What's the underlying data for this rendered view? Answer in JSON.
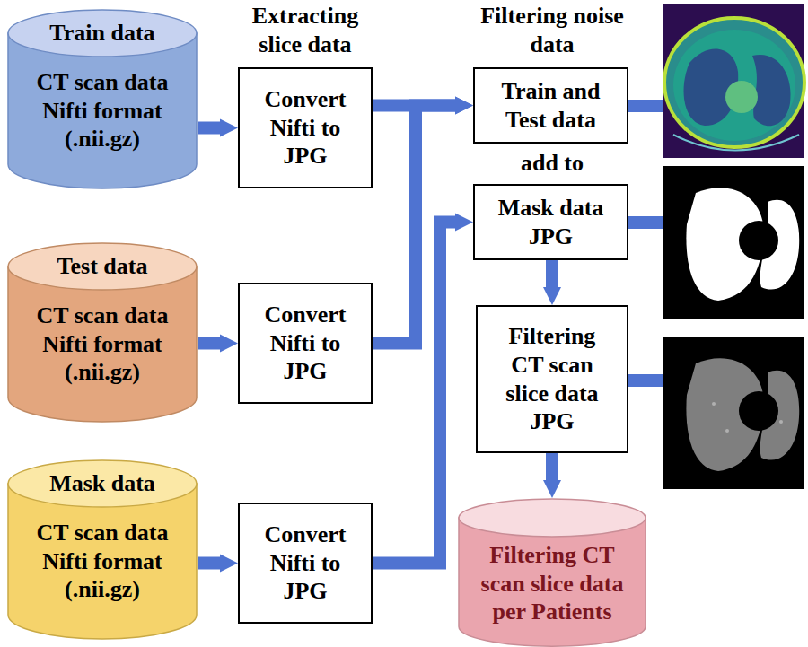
{
  "diagram": {
    "nodes": [
      {
        "text": [
          "Train data",
          "CT scan data Nifti format (.nii.gz)"
        ]
      },
      {
        "text": [
          "Convert Nifti to JPG"
        ]
      },
      {
        "text": [
          "Train and Test data"
        ]
      },
      {
        "text": [
          "Mask data JPG"
        ]
      },
      {
        "text": [
          "Test data",
          "CT scan data Nifti format (.nii.gz)"
        ]
      },
      {
        "text": [
          "Convert Nifti to JPG"
        ]
      },
      {
        "text": [
          "Filtering CT scan slice data JPG"
        ]
      },
      {
        "text": [
          "Mask data",
          "CT scan data Nifti format (.nii.gz)"
        ]
      },
      {
        "text": [
          "Convert Nifti to JPG"
        ]
      },
      {
        "text": [
          "Filtering CT scan slice data per Patients"
        ]
      }
    ],
    "edges": [
      {
        "from": 0,
        "to": 1,
        "arrow": "to"
      },
      {
        "from": 1,
        "to": 2,
        "arrow": "to"
      },
      {
        "from": 4,
        "to": 5,
        "arrow": "to"
      },
      {
        "from": 5,
        "to": 2,
        "arrow": "to"
      },
      {
        "from": 7,
        "to": 8,
        "arrow": "to"
      },
      {
        "from": 8,
        "to": 3,
        "arrow": "to"
      },
      {
        "from": 3,
        "to": 6,
        "arrow": "to"
      },
      {
        "from": 6,
        "to": 9,
        "arrow": "to"
      }
    ],
    "labels": [
      "Extracting slice data",
      "Filtering noise data",
      "add to"
    ]
  }
}
